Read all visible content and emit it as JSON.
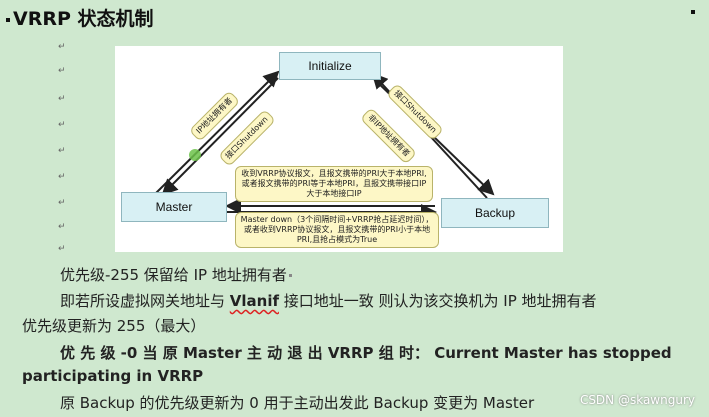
{
  "heading": "VRRP 状态机制",
  "diagram": {
    "nodes": {
      "initialize": "Initialize",
      "master": "Master",
      "backup": "Backup"
    },
    "notes": {
      "ip_owner": "IP地址拥有者",
      "if_shutdown_left": "接口Shutdown",
      "if_shutdown_right": "接口Shutdown",
      "non_ip_owner": "非IP地址拥有者",
      "backup_to_master": "收到VRRP协议报文，且报文携带的PRI大于本地PRI,或者报文携带的PRI等于本地PRI，且报文携带接口IP大于本地接口IP",
      "master_to_backup": "Master down（3个间隔时间+VRRP抢占延迟时间），或者收到VRRP协议报文，且报文携带的PRI小于本地PRI,且抢占模式为True"
    }
  },
  "paragraphs": {
    "p1": "优先级-255 保留给 IP 地址拥有者",
    "p2_a": "即若所设虚拟网关地址与 ",
    "p2_b": "Vlanif",
    "p2_c": " 接口地址一致 则认为该交换机为 IP 地址拥有者",
    "p3": "优先级更新为 255（最大）",
    "p4": "优 先 级 -0 当 原 Master 主 动 退 出 VRRP 组 时： Current Master has stopped",
    "p5": "participating in VRRP",
    "p6": "原 Backup 的优先级更新为 0 用于主动出发此 Backup 变更为 Master"
  },
  "watermark": "CSDN @skawngury"
}
